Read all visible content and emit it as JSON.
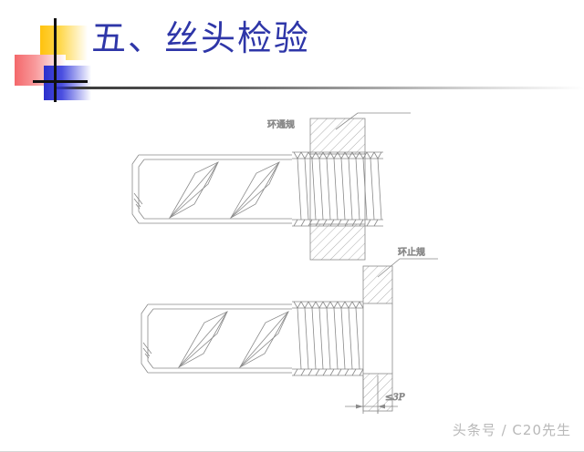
{
  "slide": {
    "title": "五、丝头检验",
    "title_color": "#2E36A8",
    "background_color": "#FFFFFF"
  },
  "logo": {
    "name": "decorative-logo",
    "yellow_color": "#FFC20E",
    "red_color": "#F4686B",
    "blue_color": "#2B2FCB",
    "line_color": "#111111"
  },
  "drawing": {
    "line_color": "#8A8A8A",
    "figures": [
      {
        "id": "go-gauge-figure",
        "label": "环通规",
        "description": "ring go gauge threaded fully onto the thread end"
      },
      {
        "id": "nogo-gauge-figure",
        "label": "环止规",
        "description": "ring no-go gauge stopped at the thread end",
        "dimension": "≤3P"
      }
    ],
    "label_go": "环通规",
    "label_nogo": "环止规",
    "dimension_nogo": "≤3P"
  },
  "watermark": {
    "text": "头条号 / C20先生"
  }
}
